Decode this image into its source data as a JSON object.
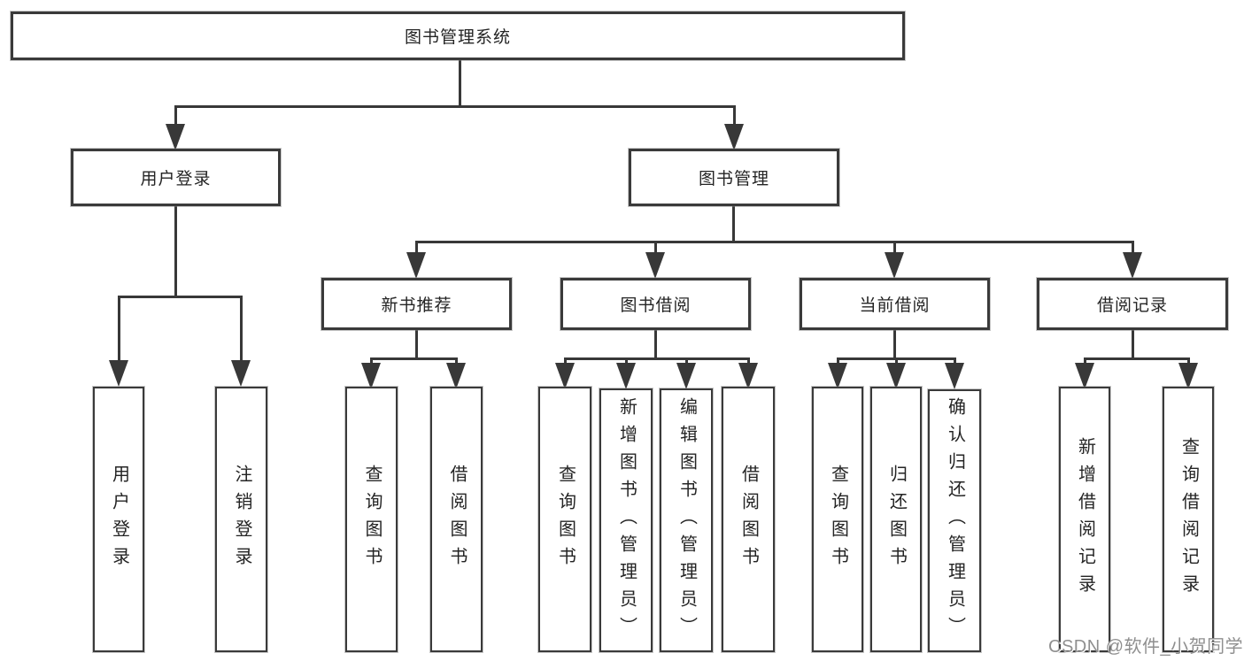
{
  "diagram": {
    "root": "图书管理系统",
    "branches": {
      "user_login": "用户登录",
      "book_mgmt": "图书管理"
    },
    "modules": {
      "new_book": "新书推荐",
      "book_borrow": "图书借阅",
      "current_borrow": "当前借阅",
      "borrow_record": "借阅记录"
    },
    "leaves": {
      "user_login": [
        "用户登录",
        "注销登录"
      ],
      "new_book": [
        "查询图书",
        "借阅图书"
      ],
      "book_borrow": [
        "查询图书",
        "新增图书（管理员）",
        "编辑图书（管理员）",
        "借阅图书"
      ],
      "current_borrow": [
        "查询图书",
        "归还图书",
        "确认归还（管理员）"
      ],
      "borrow_record": [
        "新增借阅记录",
        "查询借阅记录"
      ]
    }
  },
  "watermark": "CSDN @软件_小贺同学",
  "colors": {
    "line": "#383838",
    "box_border": "#3a3a3a",
    "text": "#242424",
    "watermark": "#8f8f8f"
  }
}
